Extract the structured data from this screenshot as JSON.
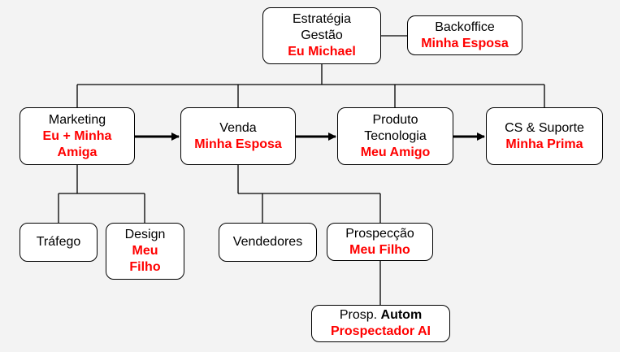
{
  "colors": {
    "background": "#f3f3f3",
    "box_border": "#000000",
    "highlight": "#ff0000"
  },
  "nodes": {
    "estrategia": {
      "line1": "Estratégia",
      "line2": "Gestão",
      "owner": "Eu Michael"
    },
    "backoffice": {
      "line1": "Backoffice",
      "owner": "Minha Esposa"
    },
    "marketing": {
      "line1": "Marketing",
      "owner_line1": "Eu + Minha",
      "owner_line2": "Amiga"
    },
    "venda": {
      "line1": "Venda",
      "owner": "Minha Esposa"
    },
    "produto": {
      "line1": "Produto",
      "line2": "Tecnologia",
      "owner": "Meu Amigo"
    },
    "cs": {
      "line1": "CS & Suporte",
      "owner": "Minha Prima"
    },
    "trafego": {
      "line1": "Tráfego"
    },
    "design": {
      "line1": "Design",
      "owner_line1": "Meu",
      "owner_line2": "Filho"
    },
    "vendedores": {
      "line1": "Vendedores"
    },
    "prospeccao": {
      "line1": "Prospecção",
      "owner": "Meu Filho"
    },
    "prosp_autom": {
      "line1_prefix": "Prosp.",
      "line1_bold": "Autom",
      "owner": "Prospectador AI"
    }
  }
}
